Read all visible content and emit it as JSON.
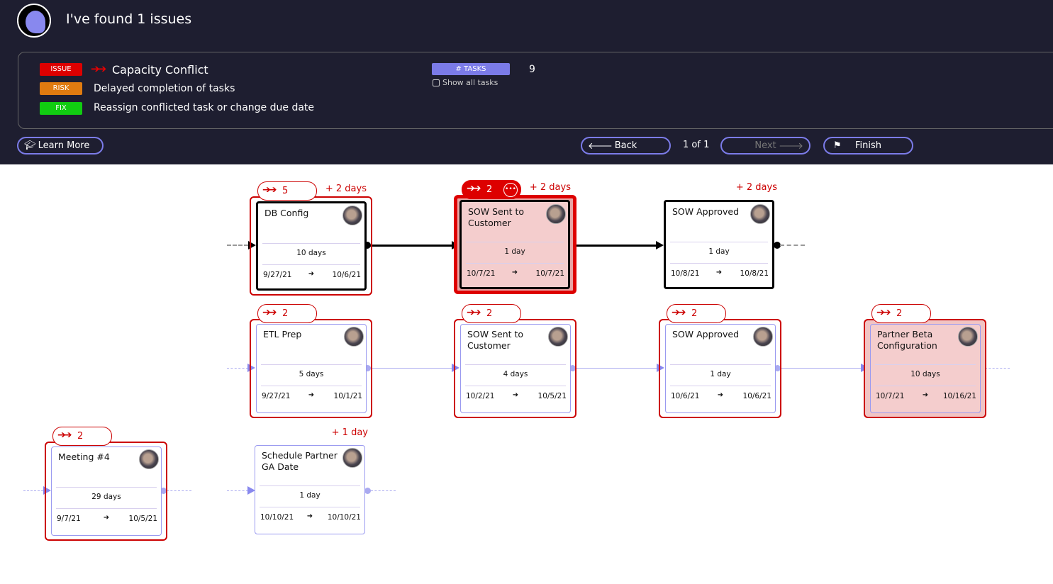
{
  "header": {
    "title": "I've found 1 issues"
  },
  "panel": {
    "issue_badge": "ISSUE",
    "issue_text": "Capacity Conflict",
    "risk_badge": "RISK",
    "risk_text": "Delayed completion of tasks",
    "fix_badge": "FIX",
    "fix_text": "Reassign conflicted task or change due date",
    "tasks_badge": "# TASKS",
    "tasks_count": "9",
    "show_all_label": "Show all tasks"
  },
  "nav": {
    "learn_more": "Learn More",
    "back": "Back",
    "pager": "1 of 1",
    "next": "Next",
    "finish": "Finish"
  },
  "colors": {
    "issue": "#dd0000",
    "risk": "#e07b10",
    "fix": "#11cc11",
    "accent": "#7b7be8"
  },
  "cards": [
    {
      "title": "DB Config",
      "duration": "10 days",
      "start": "9/27/21",
      "end": "10/6/21",
      "conflicts": "5",
      "delta": "+ 2 days"
    },
    {
      "title": "SOW Sent to Customer",
      "duration": "1 day",
      "start": "10/7/21",
      "end": "10/7/21",
      "conflicts": "2",
      "delta": "+ 2 days"
    },
    {
      "title": "SOW Approved",
      "duration": "1 day",
      "start": "10/8/21",
      "end": "10/8/21",
      "delta": "+ 2 days"
    },
    {
      "title": "ETL Prep",
      "duration": "5 days",
      "start": "9/27/21",
      "end": "10/1/21",
      "conflicts": "2"
    },
    {
      "title": "SOW Sent to Customer",
      "duration": "4 days",
      "start": "10/2/21",
      "end": "10/5/21",
      "conflicts": "2"
    },
    {
      "title": "SOW Approved",
      "duration": "1 day",
      "start": "10/6/21",
      "end": "10/6/21",
      "conflicts": "2"
    },
    {
      "title": "Partner Beta Configuration",
      "duration": "10 days",
      "start": "10/7/21",
      "end": "10/16/21",
      "conflicts": "2"
    },
    {
      "title": "Meeting #4",
      "duration": "29 days",
      "start": "9/7/21",
      "end": "10/5/21",
      "conflicts": "2"
    },
    {
      "title": "Schedule Partner GA Date",
      "duration": "1 day",
      "start": "10/10/21",
      "end": "10/10/21",
      "delta": "+ 1 day"
    }
  ]
}
